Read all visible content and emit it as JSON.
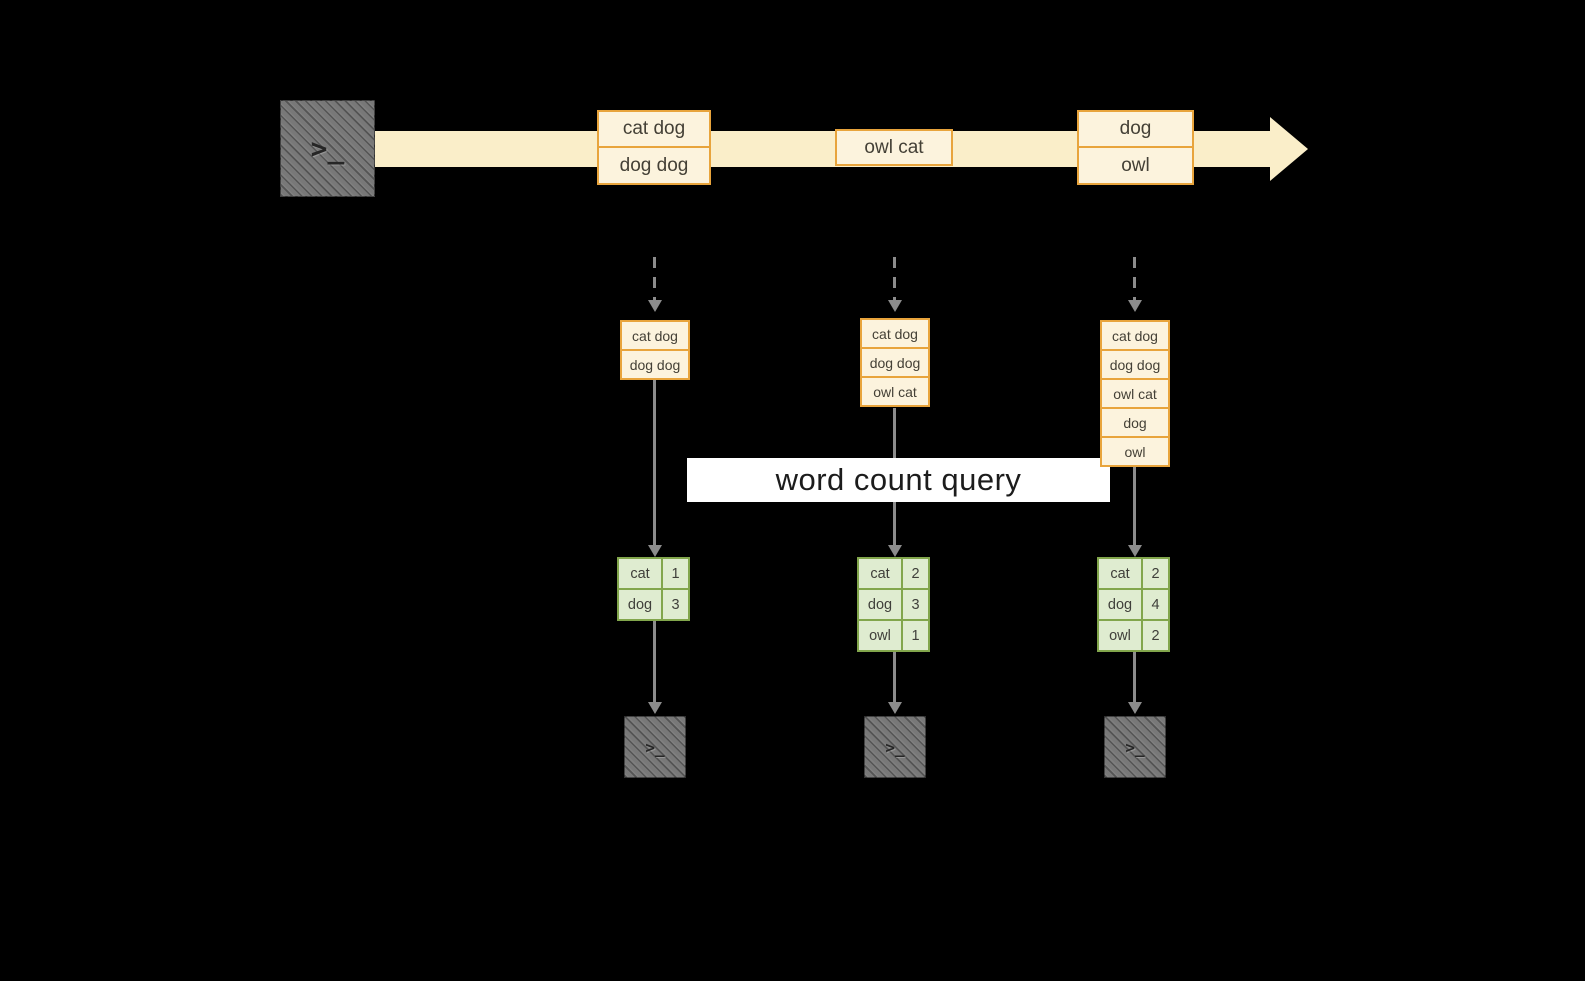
{
  "diagram": {
    "query_label": "word count query",
    "icons": {
      "terminal_glyph": ">_"
    },
    "colors": {
      "background": "#000000",
      "stream_band": "#faeec9",
      "event_fill": "#fcf3dd",
      "event_border": "#e8a43c",
      "table_fill": "#dfecd0",
      "table_border": "#82a64c",
      "arrow": "#8c8c8c",
      "terminal_fill": "#787878",
      "query_band_bg": "#ffffff",
      "text": "#444036"
    },
    "stream_events": [
      {
        "lines": [
          "cat dog",
          "dog dog"
        ]
      },
      {
        "lines": [
          "owl cat"
        ]
      },
      {
        "lines": [
          "dog",
          "owl"
        ]
      }
    ],
    "columns": [
      {
        "buffer": [
          "cat dog",
          "dog dog"
        ],
        "counts": [
          {
            "word": "cat",
            "count": "1"
          },
          {
            "word": "dog",
            "count": "3"
          }
        ]
      },
      {
        "buffer": [
          "cat dog",
          "dog dog",
          "owl cat"
        ],
        "counts": [
          {
            "word": "cat",
            "count": "2"
          },
          {
            "word": "dog",
            "count": "3"
          },
          {
            "word": "owl",
            "count": "1"
          }
        ]
      },
      {
        "buffer": [
          "cat dog",
          "dog dog",
          "owl cat",
          "dog",
          "owl"
        ],
        "counts": [
          {
            "word": "cat",
            "count": "2"
          },
          {
            "word": "dog",
            "count": "4"
          },
          {
            "word": "owl",
            "count": "2"
          }
        ]
      }
    ]
  }
}
